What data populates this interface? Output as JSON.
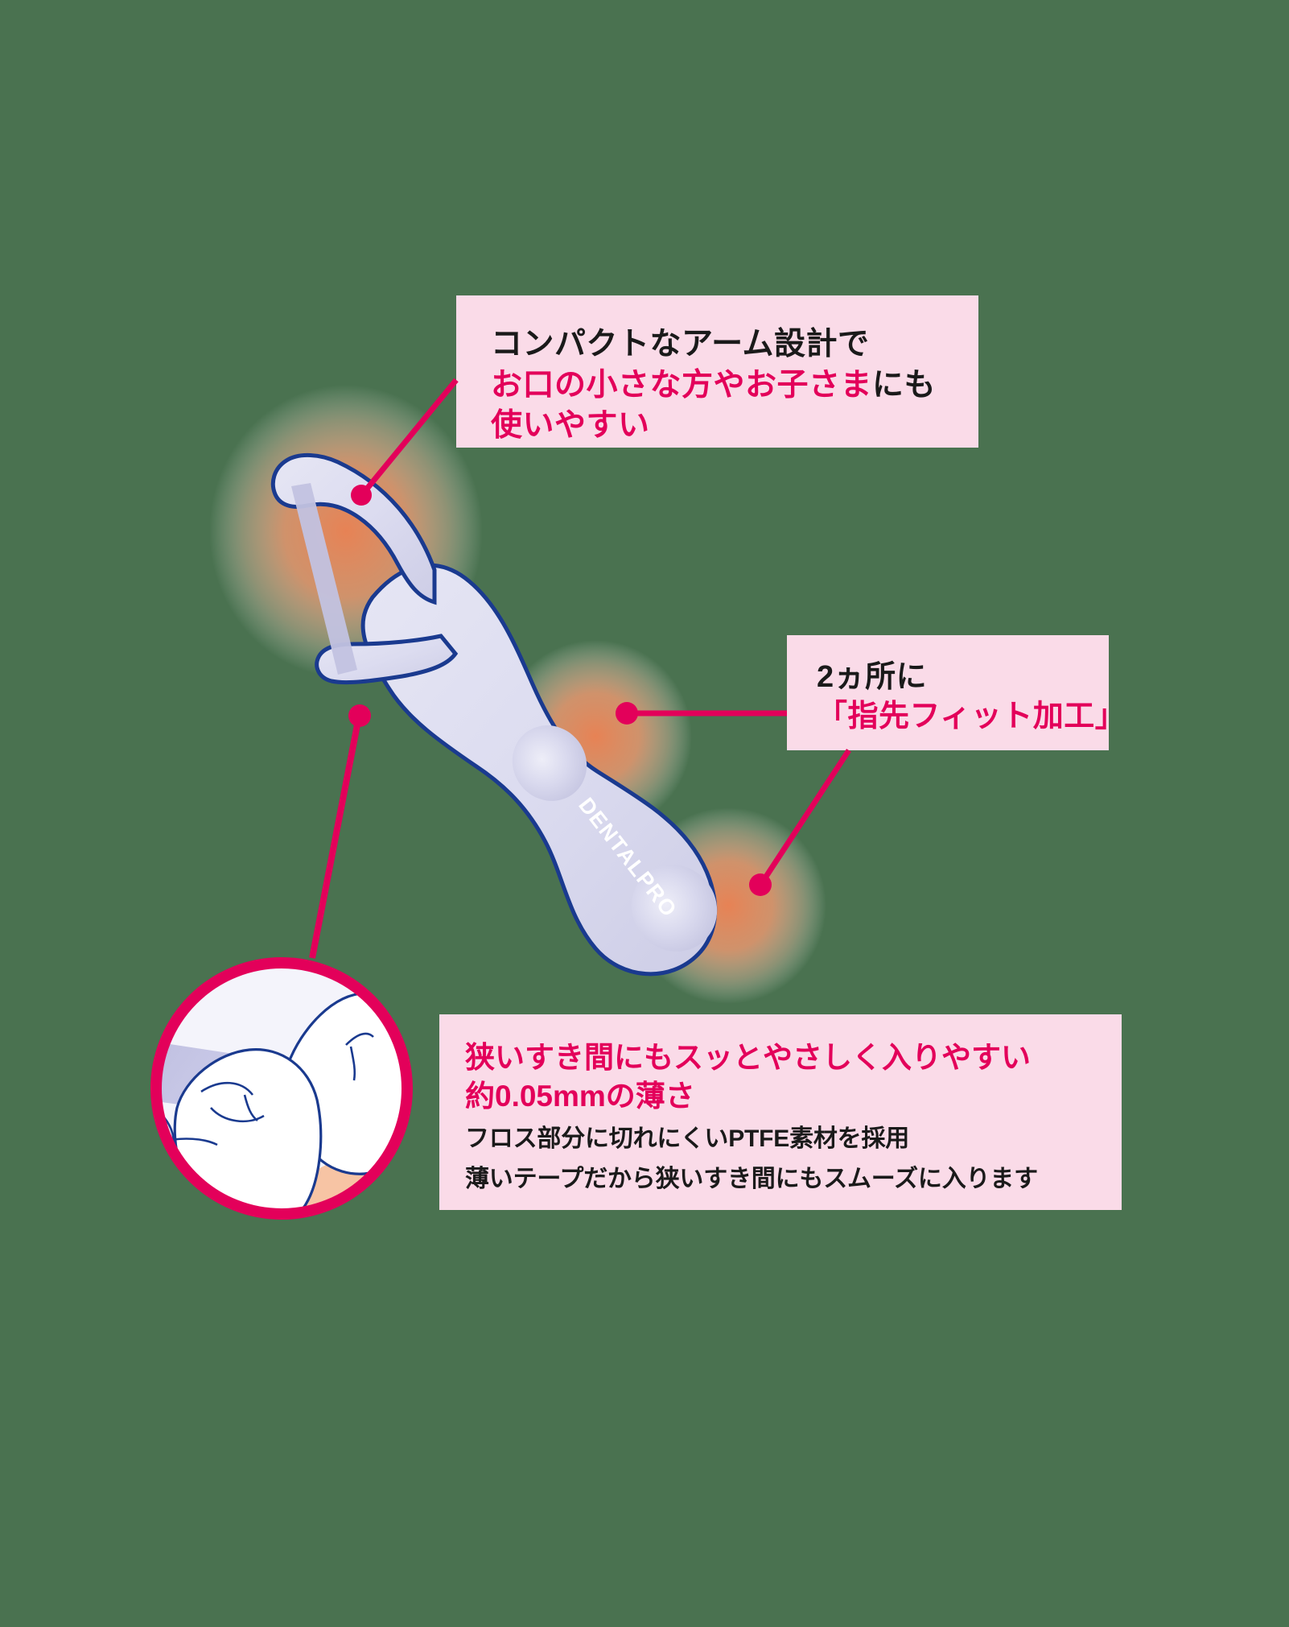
{
  "page": {
    "background_color": "#4a7250",
    "accent_pink": "#e3005a",
    "callout_bg": "#fadbe8",
    "body_text_color": "#1a1a1a",
    "product_outline_color": "#1a3a8f",
    "product_body_color": "#dcdcf0",
    "highlight_glow_color": "#f2956a"
  },
  "product": {
    "logo_text": "DENTALPRO"
  },
  "callouts": {
    "arm": {
      "name": "compact-arm-design",
      "line1": "コンパクトなアーム設計で",
      "line2_pink": "お口の小さな方やお子さま",
      "line2_dark": "にも",
      "line3": "使いやすい"
    },
    "grip": {
      "name": "fingertip-fit",
      "line1": "2ヵ所に",
      "line2": "「指先フィット加工」"
    },
    "tape": {
      "name": "thin-tape",
      "headline1": "狭いすき間にもスッとやさしく入りやすい",
      "headline2": "約0.05mmの薄さ",
      "body1": "フロス部分に切れにくいPTFE素材を採用",
      "body2": "薄いテープだから狭いすき間にもスムーズに入ります"
    }
  },
  "inset": {
    "name": "magnified-teeth-floss-view",
    "ring_color": "#e3005a",
    "gum_color": "#f7c4a4",
    "tape_color": "#c9c9e6"
  }
}
